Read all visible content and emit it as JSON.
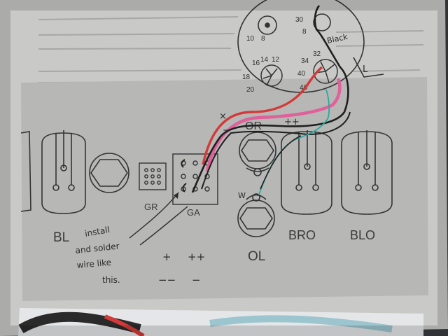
{
  "photo": {
    "colors": {
      "background_dark": "#3b3d40",
      "page_paper": "#c9c9c7",
      "diagram_paper": "#b7b8b6",
      "line": "#3a3a3a",
      "wire_red": "#d23a3a",
      "wire_pink": "#e0609a",
      "wire_black": "#1f1f1f",
      "wire_teal": "#2aa7a0"
    }
  },
  "diagram": {
    "labels": {
      "bl": "BL",
      "gr": "GR",
      "ga": "GA",
      "or": "OR",
      "ol": "OL",
      "bro": "BRO",
      "blo": "BLO",
      "black": "Black",
      "l": "L",
      "w": "W"
    },
    "upper_dial_numbers": [
      "30",
      "8",
      "10",
      "8"
    ],
    "left_dial_numbers": [
      "16",
      "14",
      "12",
      "18",
      "20"
    ],
    "right_dial_numbers": [
      "32",
      "34",
      "40",
      "46"
    ],
    "polarity_marks": {
      "or_minus_left": "−",
      "or_plus": "++",
      "or_x": "×",
      "below_plus": "+",
      "below_plusplus": "++",
      "below_minus_minus": "−−",
      "below_minus": "−"
    },
    "handwritten_note": [
      "install",
      "and solder",
      "wire like",
      "this."
    ]
  }
}
